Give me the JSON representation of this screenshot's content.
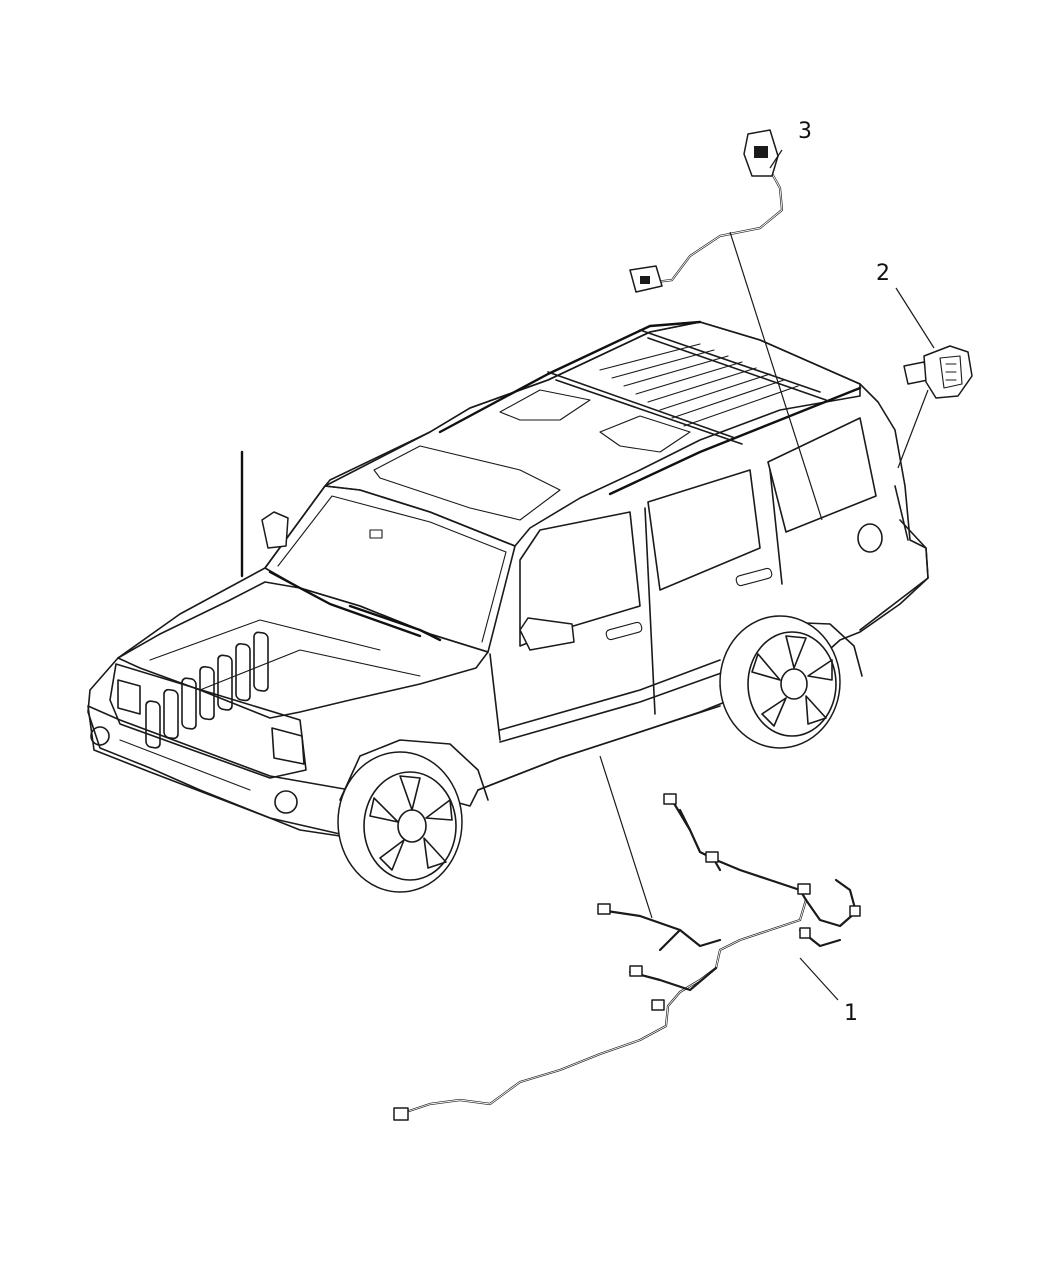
{
  "diagram": {
    "callouts": [
      {
        "id": "1",
        "label": "1",
        "part": "harness"
      },
      {
        "id": "2",
        "label": "2",
        "part": "connector"
      },
      {
        "id": "3",
        "label": "3",
        "part": "jumper"
      }
    ]
  },
  "colors": {
    "line": "#1a1a1a",
    "background": "#ffffff"
  }
}
